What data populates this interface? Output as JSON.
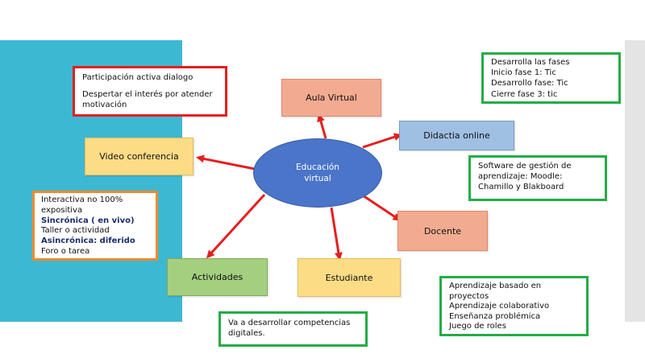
{
  "diagram": {
    "center": {
      "line1": "Educación",
      "line2": "virtual"
    },
    "nodes": {
      "aula_virtual": "Aula Virtual",
      "didactia_online": "Didactia online",
      "video_conferencia": "Video conferencia",
      "docente": "Docente",
      "actividades": "Actividades",
      "estudiante": "Estudiante"
    },
    "notes": {
      "participacion": {
        "l1": "Participación activa dialogo",
        "l2": "Despertar el interés por atender motivación"
      },
      "fases": {
        "l1": "Desarrolla las fases",
        "l2": "Inicio   fase 1: Tic",
        "l3": "Desarrollo fase: Tic",
        "l4": "Cierre fase 3:  tic"
      },
      "software": {
        "text": "Software de gestión de aprendizaje: Moodle: Chamillo y Blakboard"
      },
      "interactiva": {
        "l1": "Interactiva no 100% expositiva",
        "l2": "Sincrónica ( en vivo)",
        "l3": "Taller o actividad",
        "l4": "Asincrónica: diferido",
        "l5": "Foro o tarea"
      },
      "aprendizaje": {
        "l1": "Aprendizaje basado en proyectos",
        "l2": "Aprendizaje colaborativo",
        "l3": "Enseñanza problémica",
        "l4": "Juego de roles"
      },
      "competencias": {
        "text": "Va a desarrollar competencias digitales."
      }
    },
    "colors": {
      "left_band": "#3db8d3",
      "center": "#4a75c8",
      "arrow": "#e61e1e",
      "border_red": "#e61e1e",
      "border_green": "#23ad46",
      "border_orange": "#f08a2c"
    }
  }
}
